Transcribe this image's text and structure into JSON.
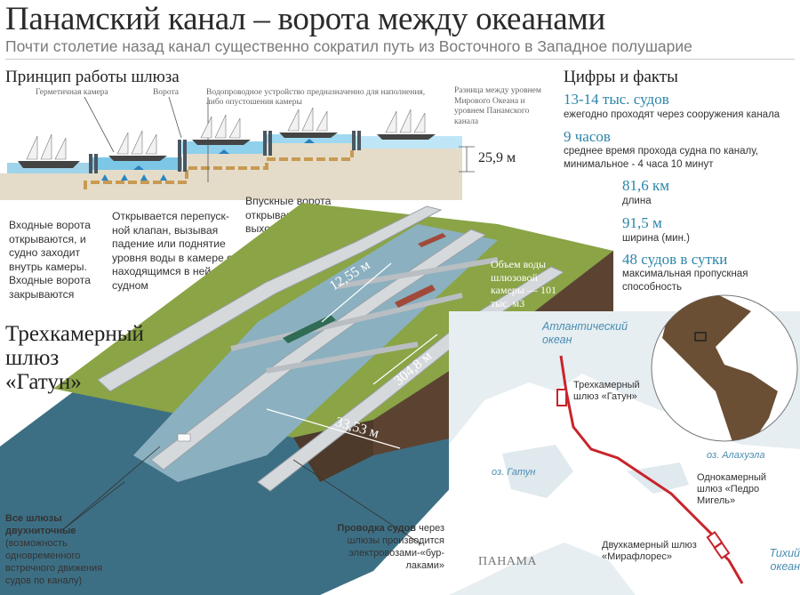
{
  "header": {
    "title": "Панамский канал – ворота между океанами",
    "subtitle": "Почти столетие назад канал существенно сократил путь из Восточного в Западное полушарие"
  },
  "principle": {
    "heading": "Принцип работы шлюза",
    "label_chamber": "Герметичная камера",
    "label_gate": "Ворота",
    "label_water_device": "Водопроводное устройство предназначенно для наполнения, либо опустошения камеры",
    "label_level_diff": "Разница между уровнем Мирового Океана и уровнем Панамского канала",
    "level_value": "25,9 м",
    "step1": "Входные ворота открываются, и судно заходит внутрь камеры. Входные ворота закрываются",
    "step2": "Открывается перепуск­ной клапан, вызывая падение или поднятие уровня воды в камере с находящимся в ней судном",
    "step3": "Впускные ворота открываются, судно выходит из камеры"
  },
  "facts": {
    "heading": "Цифры и факты",
    "items": [
      {
        "value": "13-14 тыс. судов",
        "desc": "ежегодно проходят через сооружения канала"
      },
      {
        "value": "9 часов",
        "desc": "среднее время прохода судна по каналу, минимальное - 4 часа 10 минут"
      },
      {
        "value": "81,6 км",
        "desc": "длина"
      },
      {
        "value": "91,5 м",
        "desc": "ширина (мин.)"
      },
      {
        "value": "48 судов в сутки",
        "desc": "максимальная пропускная способность"
      }
    ]
  },
  "lock": {
    "title_line1": "Трехкамерный",
    "title_line2": "шлюз",
    "title_line3": "«Гатун»",
    "dim_width": "12,55 м",
    "dim_length": "304,8 м",
    "dim_total": "33,53 м",
    "volume_note": "Объем воды шлюзовой камеры — 101 тыс. м3",
    "note_twin_bold": "Все шлюзы двухниточные",
    "note_twin": "(возможность одновременного встречного движения судов по каналу)",
    "note_towing_bold": "Проводка судов",
    "note_towing": "через шлюзы производится электровозами-«бур­лаками»"
  },
  "map": {
    "atlantic": "Атлантический океан",
    "pacific": "Тихий океан",
    "gatun_lake": "оз. Гатун",
    "alajuela_lake": "оз. Алахуэла",
    "panama": "ПАНАМА",
    "gatun_lock": "Трехкамерный шлюз «Гатун»",
    "pedro_lock": "Однокамерный шлюз «Педро Мигель»",
    "mira_lock": "Двухкамерный шлюз «Мирафлорес»"
  },
  "colors": {
    "accent_blue": "#2b85a8",
    "canal_red": "#c8242b",
    "grass": "#8aa446",
    "water": "#3d6f84"
  }
}
